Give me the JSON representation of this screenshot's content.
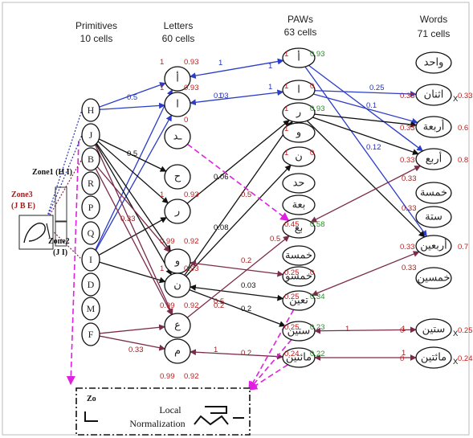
{
  "headers": {
    "primitives": {
      "title": "Primitives",
      "cells": "10 cells"
    },
    "letters": {
      "title": "Letters",
      "cells": "60 cells"
    },
    "paws": {
      "title": "PAWs",
      "cells": "63 cells"
    },
    "words": {
      "title": "Words",
      "cells": "71 cells"
    }
  },
  "zones": {
    "zone1": "Zone1 (H I)",
    "zone2": "Zone2",
    "zone2_sub": "(J I)",
    "zone3": "Zone3",
    "zone3_sub": "(J B E)"
  },
  "normalization": {
    "zone_label": "Zo",
    "title_line1": "Local",
    "title_line2": "Normalization"
  },
  "colors": {
    "blue": "#2a3cc8",
    "black": "#111111",
    "maroon": "#7a2b4a",
    "magenta": "#e020e0",
    "red_score": "#c41b1b",
    "green_score": "#2f8a2f"
  },
  "primitives": [
    {
      "id": "H",
      "label": "H"
    },
    {
      "id": "J",
      "label": "J"
    },
    {
      "id": "B",
      "label": "B"
    },
    {
      "id": "R",
      "label": "R"
    },
    {
      "id": "P",
      "label": "P"
    },
    {
      "id": "Q",
      "label": "Q"
    },
    {
      "id": "I",
      "label": "I"
    },
    {
      "id": "D",
      "label": "D"
    },
    {
      "id": "M",
      "label": "M"
    },
    {
      "id": "F",
      "label": "F"
    }
  ],
  "letters": [
    {
      "id": "l1",
      "label": "أ"
    },
    {
      "id": "l2",
      "label": "ا"
    },
    {
      "id": "l3",
      "label": "ـد"
    },
    {
      "id": "l4",
      "label": "ح"
    },
    {
      "id": "l5",
      "label": "ر"
    },
    {
      "id": "l6",
      "label": "و"
    },
    {
      "id": "l7",
      "label": "ن"
    },
    {
      "id": "l8",
      "label": "ع"
    },
    {
      "id": "l9",
      "label": "م"
    }
  ],
  "paws": [
    {
      "id": "p1",
      "label": "أ"
    },
    {
      "id": "p2",
      "label": "ا"
    },
    {
      "id": "p3",
      "label": "ر"
    },
    {
      "id": "p4",
      "label": "و"
    },
    {
      "id": "p5",
      "label": "ن"
    },
    {
      "id": "p6",
      "label": "حد"
    },
    {
      "id": "p7",
      "label": "بعة"
    },
    {
      "id": "p8",
      "label": "بع"
    },
    {
      "id": "p9",
      "label": "خمسة"
    },
    {
      "id": "p10",
      "label": "خمسو"
    },
    {
      "id": "p11",
      "label": "تعين"
    },
    {
      "id": "p12",
      "label": "ستين"
    },
    {
      "id": "p13",
      "label": "مائتين"
    }
  ],
  "words": [
    {
      "id": "w1",
      "label": "واحد"
    },
    {
      "id": "w2",
      "label": "اثنان"
    },
    {
      "id": "w3",
      "label": "أربعة"
    },
    {
      "id": "w4",
      "label": "أربع"
    },
    {
      "id": "w5",
      "label": "خمسة"
    },
    {
      "id": "w6",
      "label": "ستة"
    },
    {
      "id": "w7",
      "label": "أربعين"
    },
    {
      "id": "w8",
      "label": "خمسين"
    },
    {
      "id": "w9",
      "label": "ستين"
    },
    {
      "id": "w10",
      "label": "مائتين"
    }
  ],
  "edges": [
    {
      "from": "H",
      "to": "l1",
      "color": "blue",
      "weight": "0.5"
    },
    {
      "from": "H",
      "to": "l2",
      "color": "blue",
      "weight": "0.03"
    },
    {
      "from": "l1",
      "to": "p1",
      "color": "blue",
      "weight": "1",
      "both": true
    },
    {
      "from": "l2",
      "to": "p2",
      "color": "blue",
      "weight": "1",
      "both": true
    },
    {
      "from": "p1",
      "to": "w4",
      "color": "blue"
    },
    {
      "from": "p1",
      "to": "w7",
      "color": "blue"
    },
    {
      "from": "p2",
      "to": "w2",
      "color": "blue",
      "weight": "0.25"
    },
    {
      "from": "p2",
      "to": "w3",
      "color": "blue",
      "weight": "0.1"
    },
    {
      "from": "p3",
      "to": "w3",
      "color": "black",
      "weight": "0.12"
    },
    {
      "from": "p3",
      "to": "w4",
      "color": "black"
    },
    {
      "from": "p3",
      "to": "w7",
      "color": "black"
    },
    {
      "from": "I",
      "to": "l1",
      "color": "blue"
    },
    {
      "from": "I",
      "to": "l2",
      "color": "blue"
    },
    {
      "from": "J",
      "to": "l4",
      "color": "black",
      "weight": "0.5"
    },
    {
      "from": "J",
      "to": "l5",
      "color": "black"
    },
    {
      "from": "J",
      "to": "l6",
      "color": "black"
    },
    {
      "from": "J",
      "to": "l7",
      "color": "black"
    },
    {
      "from": "I",
      "to": "l5",
      "color": "black"
    },
    {
      "from": "I",
      "to": "l7",
      "color": "black"
    },
    {
      "from": "l5",
      "to": "p3",
      "color": "black",
      "weight": "0.06"
    },
    {
      "from": "l7",
      "to": "p5",
      "color": "black",
      "weight": "0.08"
    },
    {
      "from": "l7",
      "to": "p11",
      "color": "black",
      "weight": "0.03",
      "both": true
    },
    {
      "from": "l7",
      "to": "p12",
      "color": "black",
      "weight": "0.2"
    },
    {
      "from": "l7",
      "to": "p3",
      "color": "black"
    },
    {
      "from": "J",
      "to": "l8",
      "color": "maroon",
      "weight": "0.33"
    },
    {
      "from": "B",
      "to": "l8",
      "color": "maroon"
    },
    {
      "from": "B",
      "to": "l6",
      "color": "maroon"
    },
    {
      "from": "F",
      "to": "l8",
      "color": "maroon"
    },
    {
      "from": "F",
      "to": "l9",
      "color": "maroon",
      "weight": "0.33"
    },
    {
      "from": "l6",
      "to": "p10",
      "color": "maroon",
      "weight": "0.2",
      "both": true
    },
    {
      "from": "l8",
      "to": "p8",
      "color": "maroon",
      "weight": "0.5"
    },
    {
      "from": "l9",
      "to": "p13",
      "color": "maroon",
      "weight": "1",
      "both": true
    },
    {
      "from": "p8",
      "to": "w4",
      "color": "maroon",
      "weight": "1",
      "both": true
    },
    {
      "from": "p11",
      "to": "w7",
      "color": "maroon",
      "weight": "0.33",
      "both": true
    },
    {
      "from": "p12",
      "to": "w9",
      "color": "maroon",
      "weight": "1",
      "both": true
    },
    {
      "from": "p13",
      "to": "w10",
      "color": "maroon",
      "weight": "1",
      "both": true
    },
    {
      "from": "l3",
      "to": "p8",
      "color": "magenta",
      "dash": true,
      "weight": "0.5"
    },
    {
      "from": "p11",
      "to": "norm",
      "color": "magenta",
      "dash": true
    },
    {
      "from": "p12",
      "to": "norm",
      "color": "magenta",
      "dash": true
    },
    {
      "from": "p13",
      "to": "norm",
      "color": "magenta",
      "dash": true
    },
    {
      "from": "J",
      "to": "norm",
      "color": "magenta",
      "dash": true
    }
  ],
  "edge_labels": [
    {
      "text": "1",
      "cls": "blu",
      "pos": "a"
    },
    {
      "text": "1",
      "cls": "blu",
      "pos": "b"
    },
    {
      "text": "1",
      "cls": "blu",
      "pos": "c"
    },
    {
      "text": "1",
      "cls": "blu",
      "pos": "d"
    },
    {
      "text": "0.5",
      "cls": "blu",
      "pos": "e"
    },
    {
      "text": "0.03",
      "cls": "blu",
      "pos": "f"
    },
    {
      "text": "0.25",
      "cls": "blu",
      "pos": "g"
    },
    {
      "text": "0.1",
      "cls": "blu",
      "pos": "h"
    },
    {
      "text": "0.12",
      "cls": "blu",
      "pos": "i"
    },
    {
      "text": "0.5",
      "cls": "blk",
      "pos": "j"
    },
    {
      "text": "0.06",
      "cls": "blk",
      "pos": "k"
    },
    {
      "text": "0.08",
      "cls": "blk",
      "pos": "l"
    },
    {
      "text": "0.03",
      "cls": "blk",
      "pos": "m"
    },
    {
      "text": "0.2",
      "cls": "blk",
      "pos": "n"
    },
    {
      "text": "0.5",
      "cls": "dkred",
      "pos": "o"
    },
    {
      "text": "0.5",
      "cls": "dkred",
      "pos": "o2"
    },
    {
      "text": "0.2",
      "cls": "dkred",
      "pos": "p"
    },
    {
      "text": "0.2",
      "cls": "dkred",
      "pos": "p2"
    },
    {
      "text": "0.33",
      "cls": "dkred",
      "pos": "q"
    },
    {
      "text": "0.33",
      "cls": "dkred",
      "pos": "q2"
    },
    {
      "text": "1",
      "cls": "dkred",
      "pos": "r"
    },
    {
      "text": "1",
      "cls": "dkred",
      "pos": "s"
    },
    {
      "text": "1",
      "cls": "dkred",
      "pos": "t"
    },
    {
      "text": "1",
      "cls": "dkred",
      "pos": "t2"
    },
    {
      "text": "0.2",
      "cls": "dkred",
      "pos": "u"
    },
    {
      "text": "0.5",
      "cls": "dkred",
      "pos": "v"
    },
    {
      "text": "0.33",
      "cls": "dkred",
      "pos": "w"
    },
    {
      "text": "0.33",
      "cls": "dkred",
      "pos": "x"
    },
    {
      "text": "0.33",
      "cls": "dkred",
      "pos": "y"
    }
  ],
  "node_scores": [
    {
      "node": "l1",
      "left": "1",
      "right": "0.93"
    },
    {
      "node": "l2",
      "left": "1",
      "right": "0.93"
    },
    {
      "node": "l3",
      "left": "",
      "right": "0"
    },
    {
      "node": "l5",
      "left": "1",
      "right": "0.93"
    },
    {
      "node": "l6",
      "left": "0.99",
      "right": "0.92"
    },
    {
      "node": "l7",
      "left": "1",
      "right": "0.93"
    },
    {
      "node": "l8",
      "left": "0.99",
      "right": "0.92"
    },
    {
      "node": "l9",
      "left": "0.99",
      "right": "0.92"
    },
    {
      "node": "p1",
      "left": "1",
      "right": "0.93",
      "rightGreen": true
    },
    {
      "node": "p2",
      "left": "1",
      "right": "0"
    },
    {
      "node": "p3",
      "left": "1",
      "right": "0.93",
      "rightGreen": true
    },
    {
      "node": "p4",
      "left": "1",
      "right": ""
    },
    {
      "node": "p5",
      "left": "1",
      "right": "0"
    },
    {
      "node": "p8",
      "left": "0.45",
      "right": "0.58",
      "rightGreen": true
    },
    {
      "node": "p10",
      "left": "0.25",
      "right": "0"
    },
    {
      "node": "p11",
      "left": "0.25",
      "right": "0.34",
      "rightGreen": true
    },
    {
      "node": "p12",
      "left": "0.25",
      "right": "0.23",
      "rightGreen": true
    },
    {
      "node": "p13",
      "left": "0.24",
      "right": "0.22",
      "rightGreen": true
    },
    {
      "node": "w2",
      "left": "0.33",
      "right": "0.33",
      "mark": "X"
    },
    {
      "node": "w3",
      "left": "0.33",
      "right": "0.6"
    },
    {
      "node": "w4",
      "left": "0.33",
      "right": "0.8"
    },
    {
      "node": "w7",
      "left": "0.33",
      "right": "0.7"
    },
    {
      "node": "w9",
      "left": "0",
      "right": "0.25",
      "mark": "X"
    },
    {
      "node": "w10",
      "left": "0",
      "right": "0.24",
      "mark": "X"
    }
  ]
}
